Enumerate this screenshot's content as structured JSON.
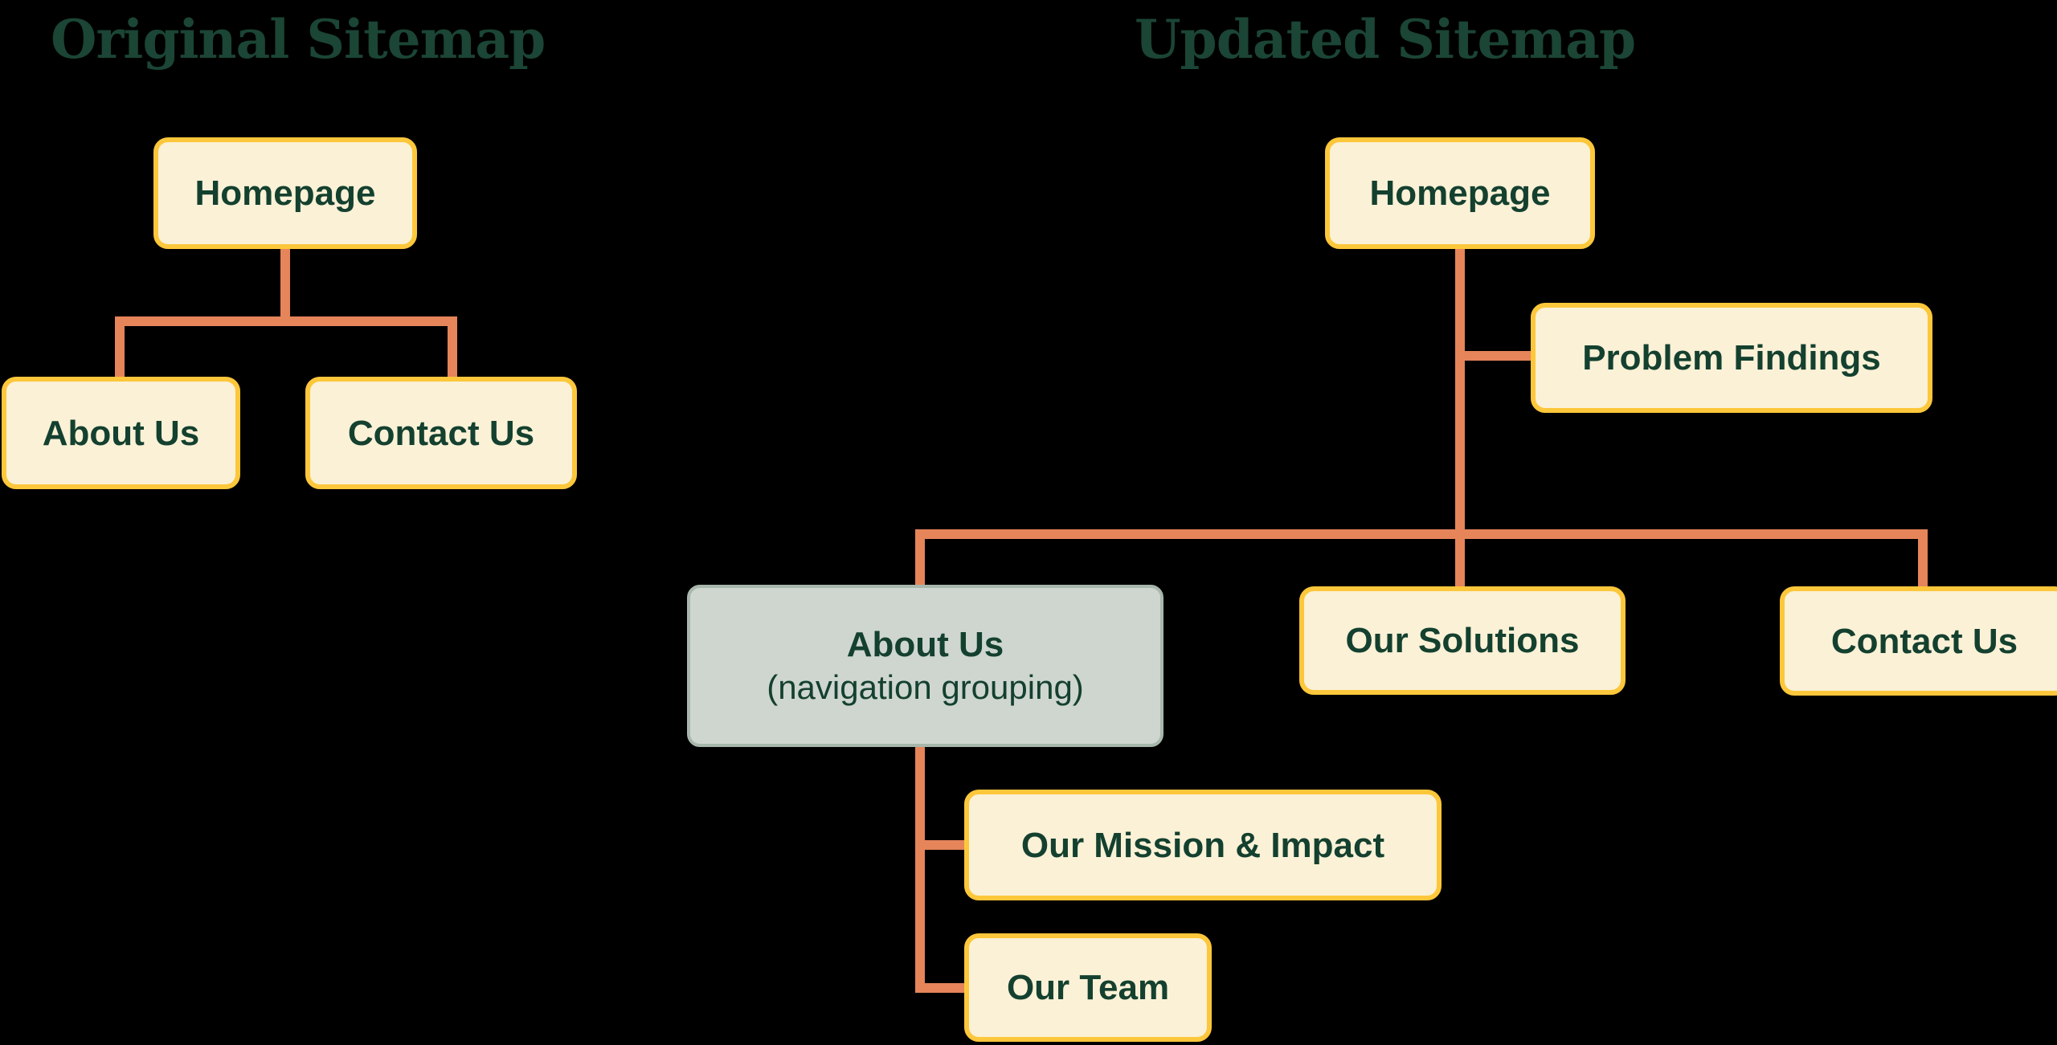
{
  "colors": {
    "node_fill": "#FAF1D6",
    "node_border": "#FDC73B",
    "connector": "#E6845A",
    "text_green": "#14402F",
    "title_green": "#1B4534",
    "group_fill": "#CED6CF",
    "group_border": "#A8B7AC",
    "bg": "#000000"
  },
  "original": {
    "title": "Original Sitemap",
    "nodes": {
      "homepage": "Homepage",
      "about_us": "About Us",
      "contact_us": "Contact Us"
    }
  },
  "updated": {
    "title": "Updated Sitemap",
    "nodes": {
      "homepage": "Homepage",
      "problem_findings": "Problem Findings",
      "about_us_group": "About Us",
      "about_us_group_note": "(navigation grouping)",
      "our_solutions": "Our Solutions",
      "contact_us": "Contact Us",
      "our_mission_impact": "Our Mission & Impact",
      "our_team": "Our Team"
    }
  }
}
